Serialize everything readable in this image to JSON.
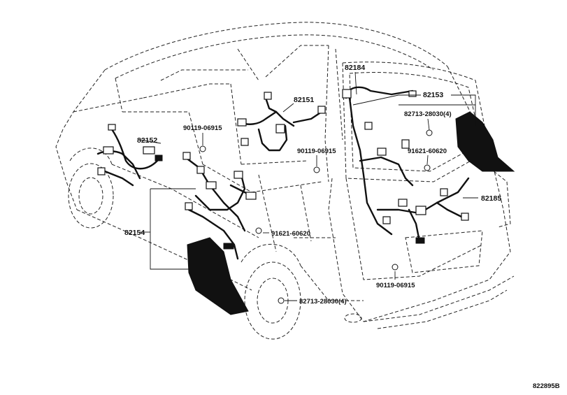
{
  "diagram": {
    "code": "822895B",
    "parts": [
      {
        "id": "p82184",
        "label": "82184"
      },
      {
        "id": "p82151",
        "label": "82151"
      },
      {
        "id": "p82153",
        "label": "82153"
      },
      {
        "id": "p82152",
        "label": "82152"
      },
      {
        "id": "p82154",
        "label": "82154"
      },
      {
        "id": "p82185",
        "label": "82185"
      }
    ],
    "fasteners": [
      {
        "id": "f1",
        "label": "90119-06915"
      },
      {
        "id": "f2",
        "label": "90119-06915"
      },
      {
        "id": "f3",
        "label": "82713-28030(4)"
      },
      {
        "id": "f4",
        "label": "91621-60620"
      },
      {
        "id": "f5",
        "label": "91621-60620"
      },
      {
        "id": "f6",
        "label": "90119-06915"
      },
      {
        "id": "f7",
        "label": "82713-28030(4)"
      }
    ]
  }
}
